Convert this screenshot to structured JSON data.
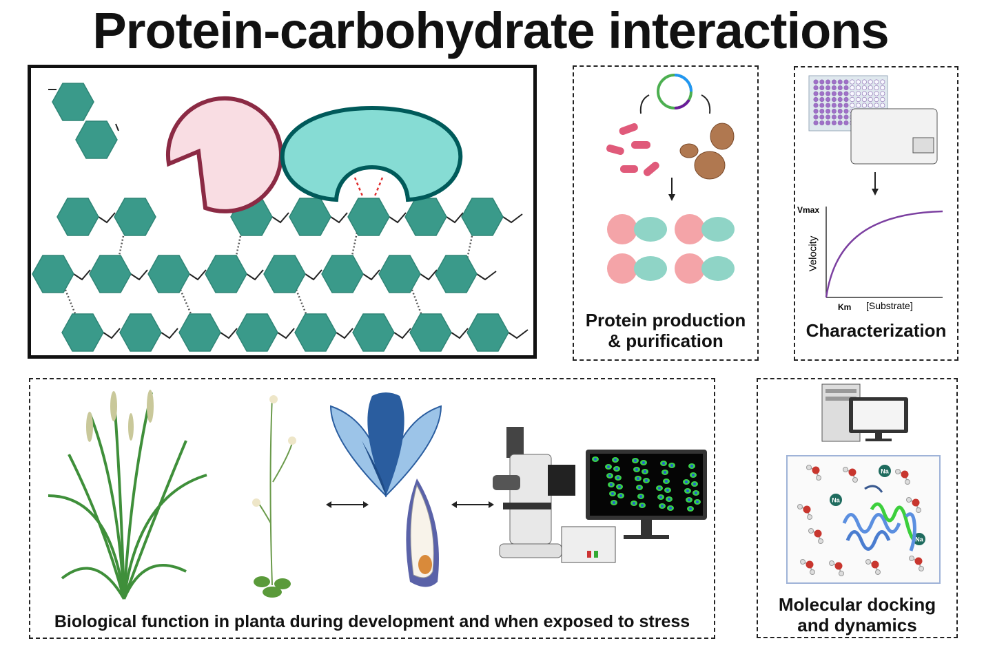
{
  "title": "Protein-carbohydrate interactions",
  "panels": {
    "production": {
      "label_line1": "Protein production",
      "label_line2": "& purification"
    },
    "characterization": {
      "label": "Characterization",
      "chart": {
        "y_top_label": "Vmax",
        "y_axis_label": "Velocity",
        "x_tick_label": "Km",
        "x_axis_label": "[Substrate]"
      }
    },
    "biology": {
      "label": "Biological function in planta during development and when exposed to stress"
    },
    "md": {
      "label_line1": "Molecular docking",
      "label_line2": "and dynamics",
      "ion_label": "Na"
    }
  },
  "colors": {
    "hexagon": "#3a9a8a",
    "pacman_fill": "#f9dde3",
    "pacman_stroke": "#8b2a44",
    "cbm_fill": "#86dcd4",
    "cbm_stroke": "#005a5a",
    "curve": "#7b3fa0"
  }
}
